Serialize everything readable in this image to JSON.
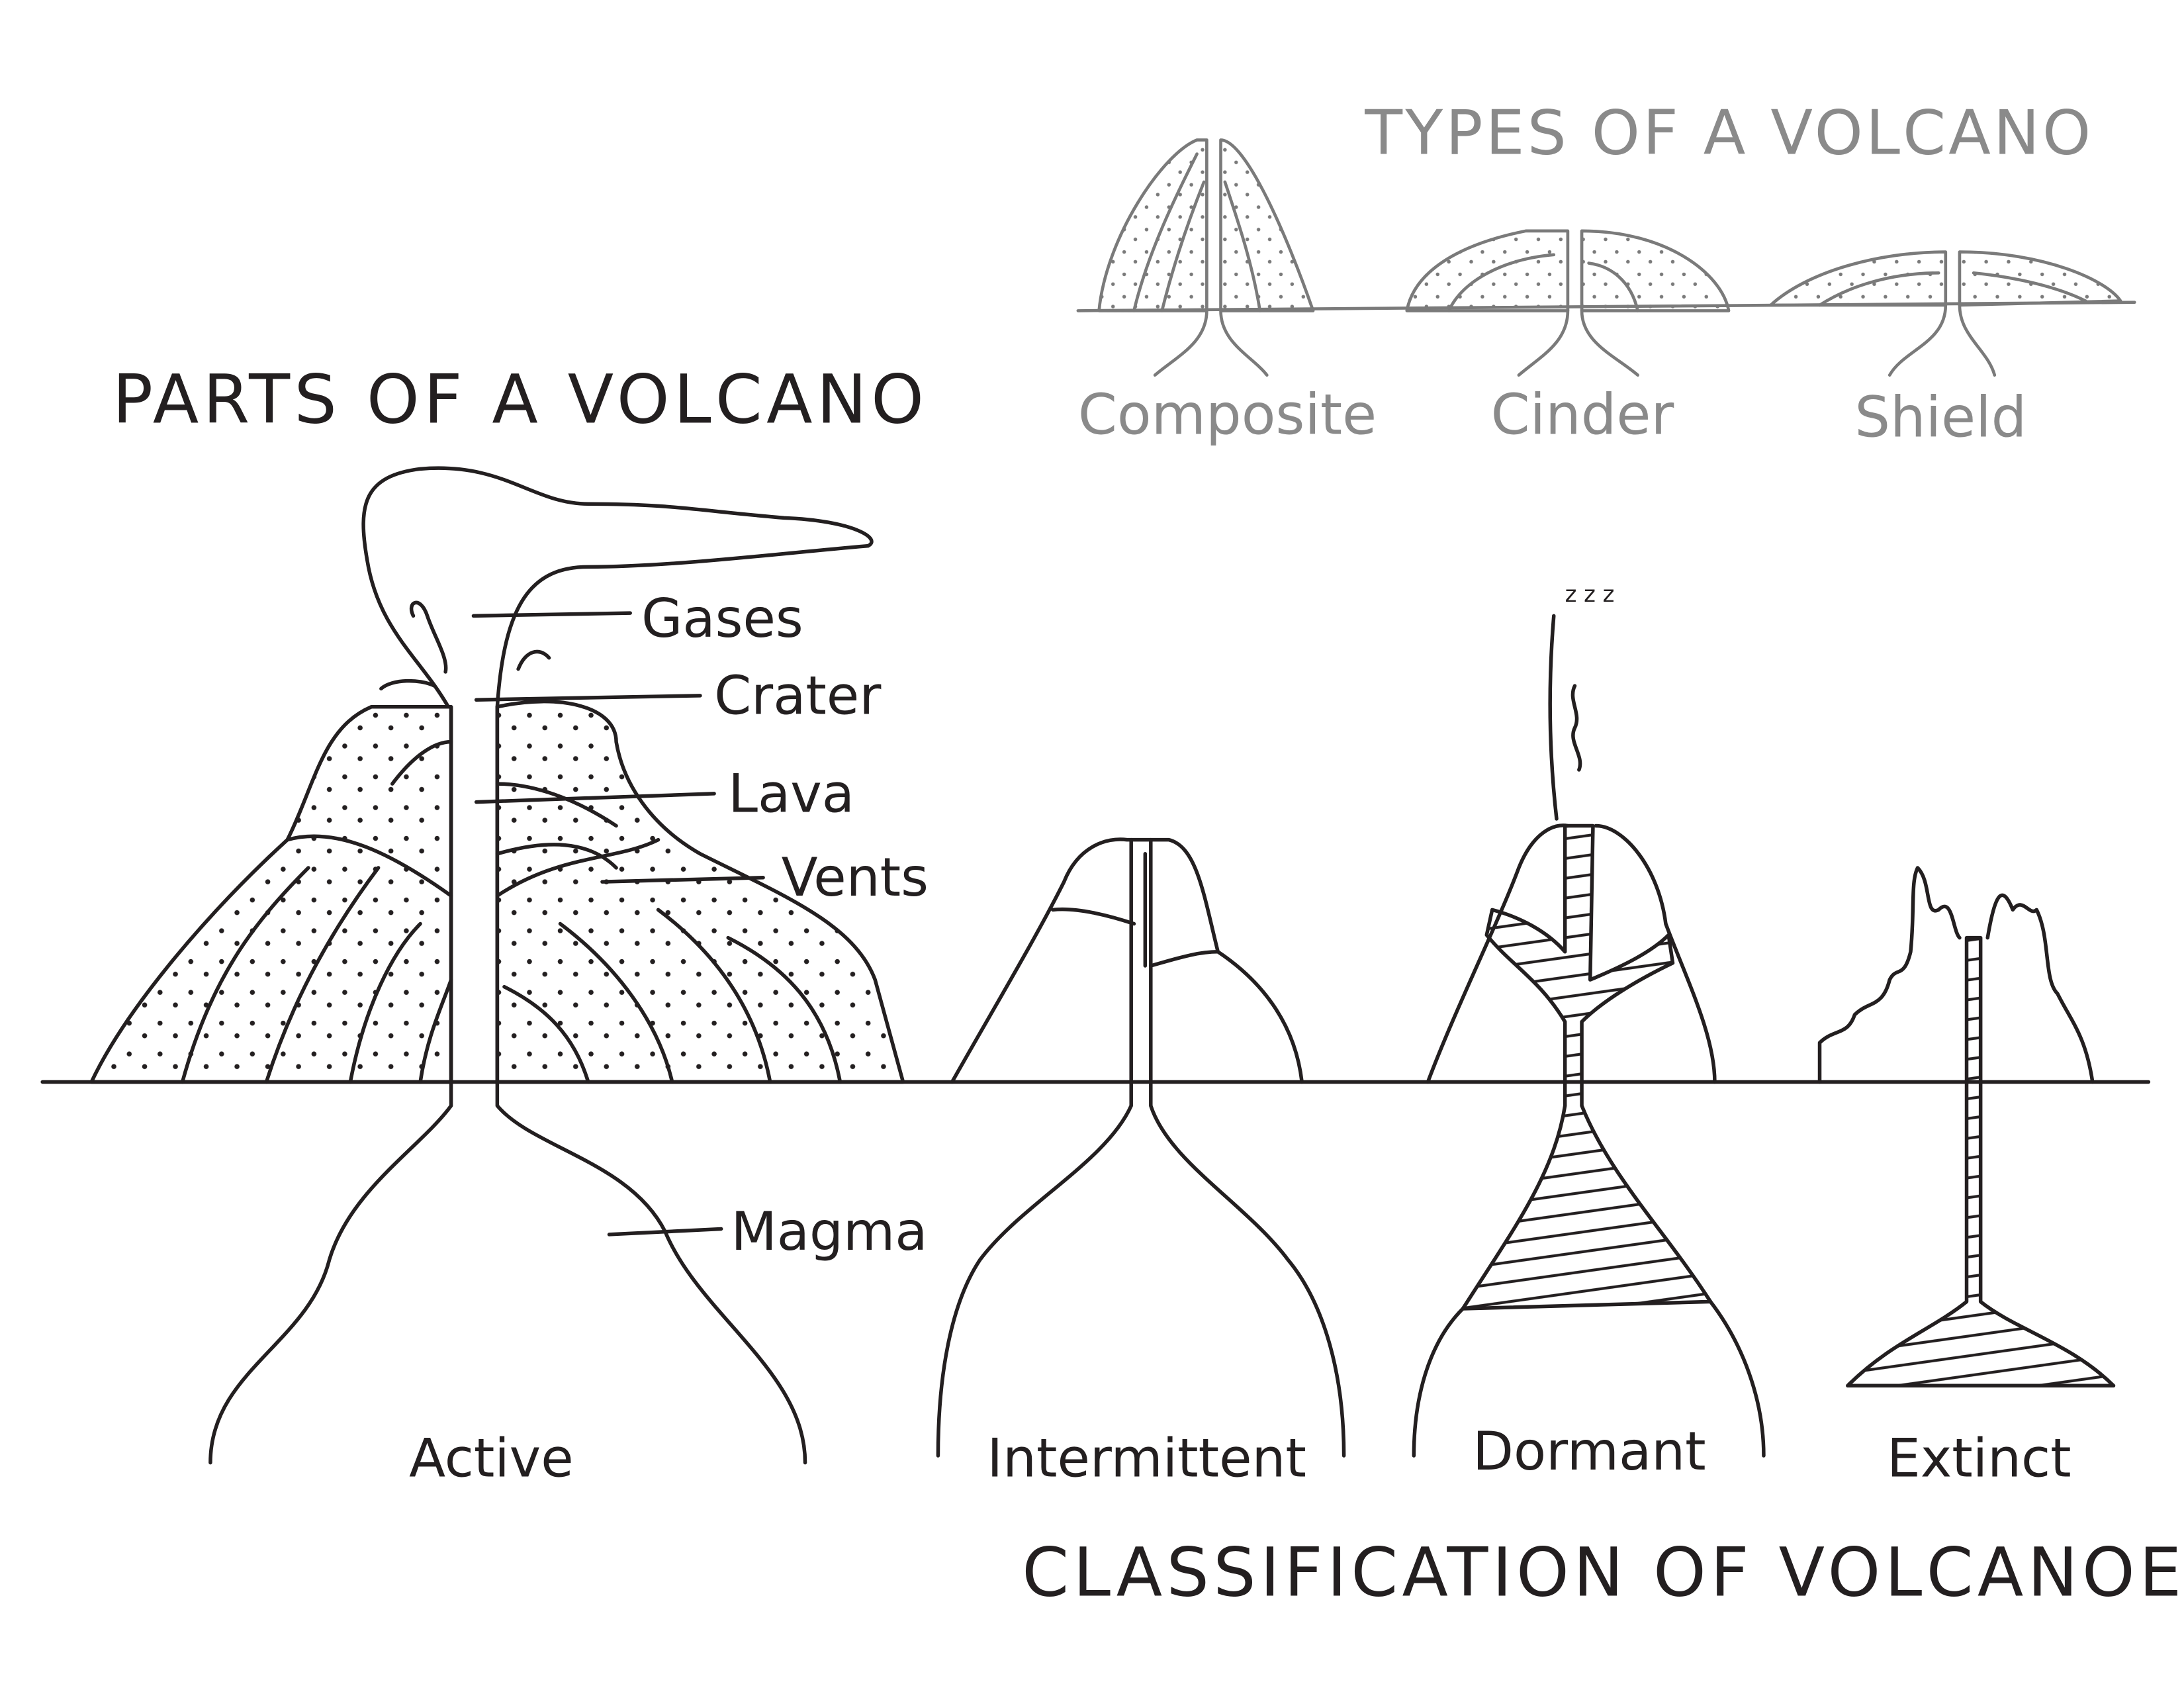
{
  "types": {
    "title": "TYPES OF A VOLCANO",
    "items": [
      "Composite",
      "Cinder",
      "Shield"
    ]
  },
  "parts": {
    "title": "PARTS OF A VOLCANO",
    "labels": [
      "Gases",
      "Crater",
      "Lava",
      "Vents",
      "Magma"
    ]
  },
  "classification": {
    "title": "CLASSIFICATION OF VOLCANOES",
    "items": [
      "Active",
      "Intermittent",
      "Dormant",
      "Extinct"
    ],
    "sleep_text": "z z z"
  },
  "colors": {
    "ink": "#231f20",
    "gray": "#7a7a7a"
  }
}
